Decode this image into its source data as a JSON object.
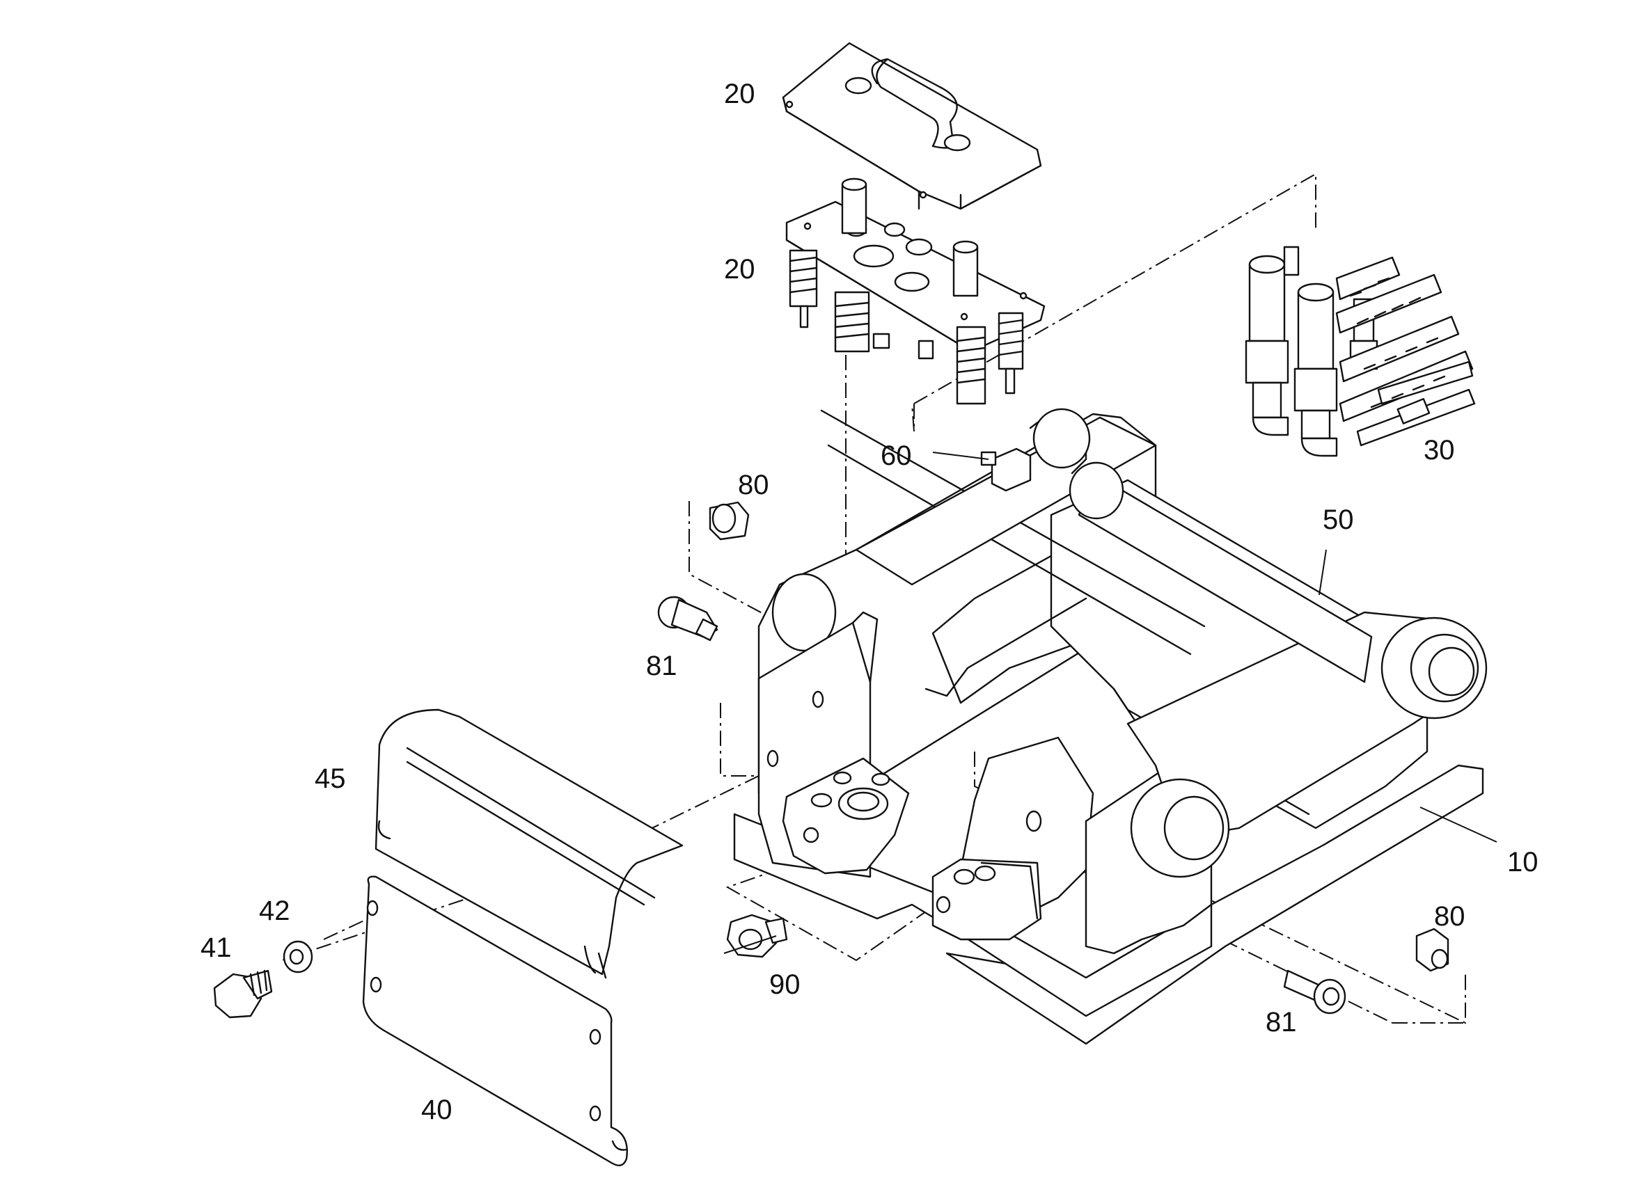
{
  "labels": {
    "p20_top": "20",
    "p20_mid": "20",
    "p30": "30",
    "p60": "60",
    "p80_left": "80",
    "p50": "50",
    "p81_left": "81",
    "p45": "45",
    "p10": "10",
    "p42": "42",
    "p80_right": "80",
    "p41": "41",
    "p90": "90",
    "p81_right": "81",
    "p40": "40"
  }
}
